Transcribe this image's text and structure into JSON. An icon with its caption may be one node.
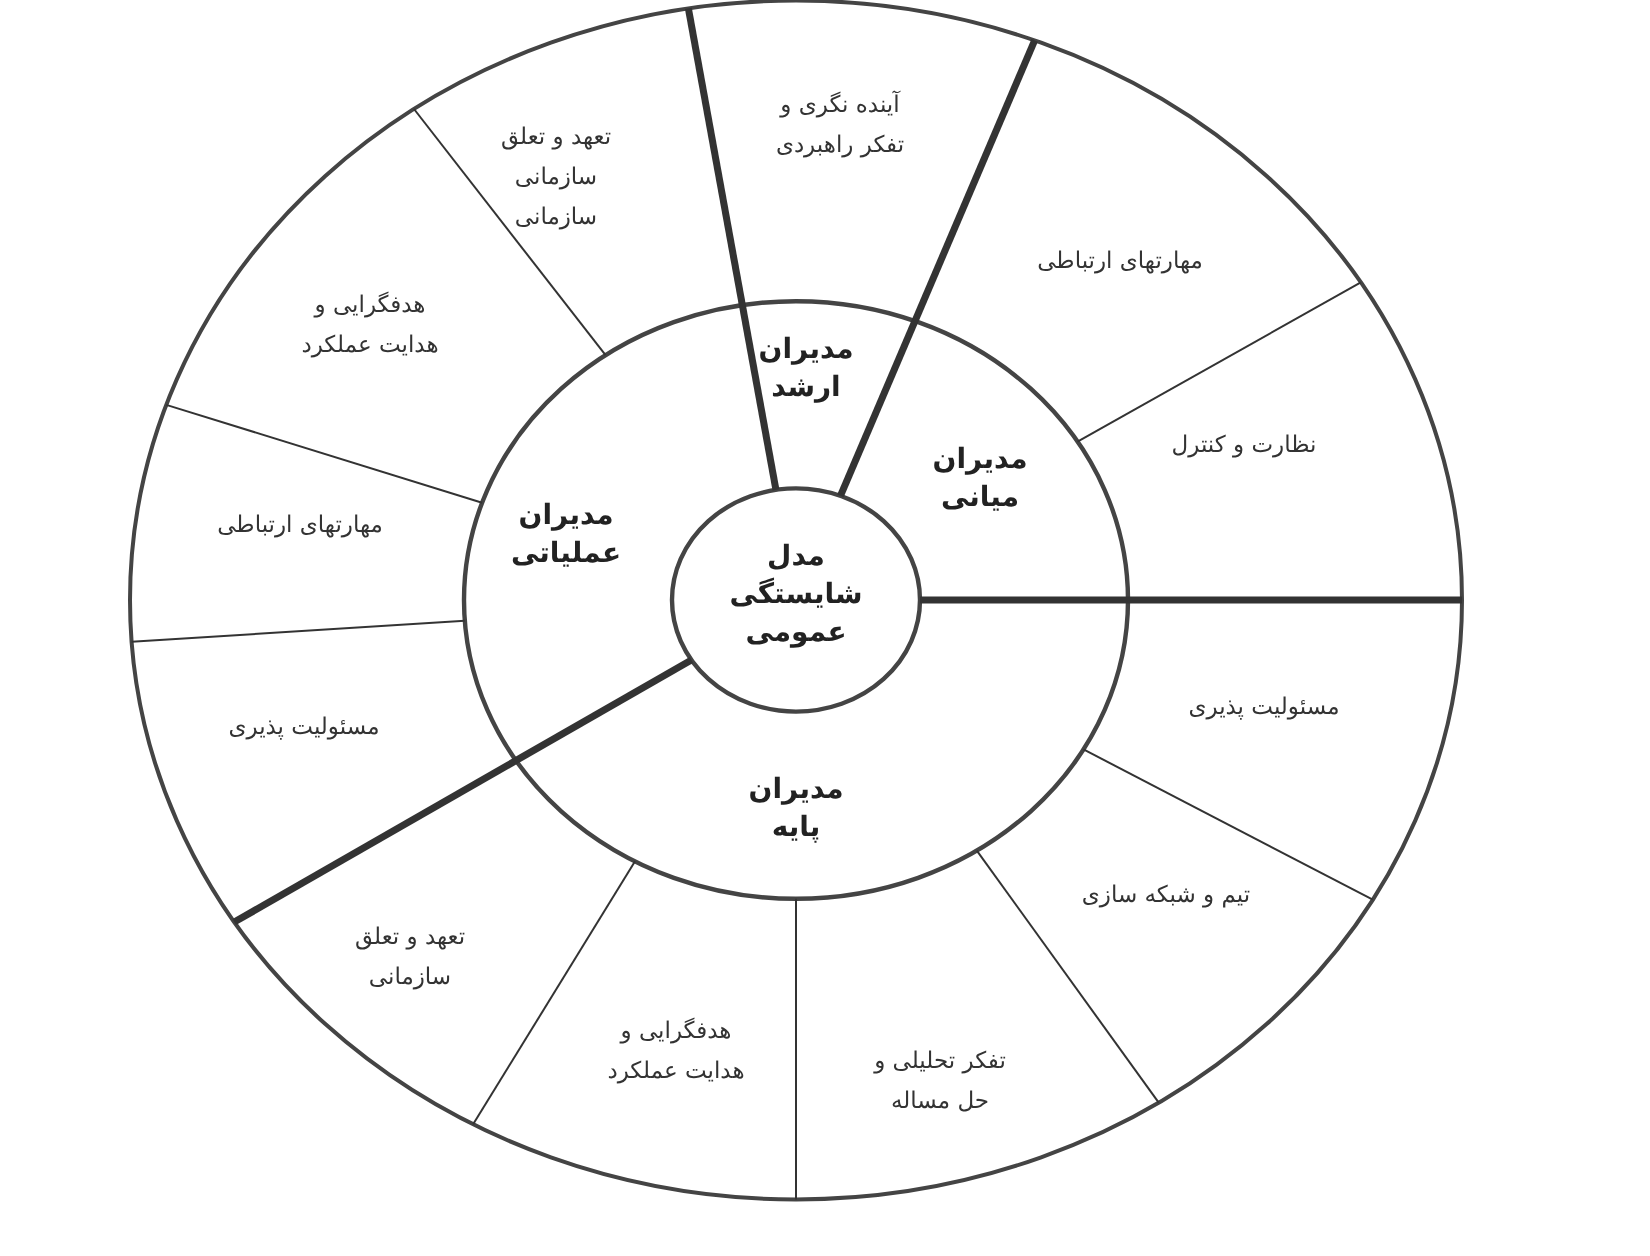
{
  "diagram": {
    "nodes": [
      {
        "text": [
          "مدل شایستگی عمومی"
        ]
      },
      {
        "text": [
          "مدیران ارشد"
        ]
      },
      {
        "text": [
          "آینده نگری و تفکر راهبردی"
        ]
      },
      {
        "text": [
          "مدیران میانی"
        ]
      },
      {
        "text": [
          "مهارتهای ارتباطی"
        ]
      },
      {
        "text": [
          "نظارت و کنترل"
        ]
      },
      {
        "text": [
          "مدیران پایه"
        ]
      },
      {
        "text": [
          "مسئولیت پذیری"
        ]
      },
      {
        "text": [
          "تیم و شبکه سازی"
        ]
      },
      {
        "text": [
          "تفکر تحلیلی و حل مساله"
        ]
      },
      {
        "text": [
          "هدفگرایی و هدایت عملکرد"
        ]
      },
      {
        "text": [
          "مدیران عملیاتی"
        ]
      },
      {
        "text": [
          "تعهد و تعلق سازمانی"
        ]
      },
      {
        "text": [
          "مسئولیت پذیری"
        ]
      },
      {
        "text": [
          "مهارتهای ارتباطی"
        ]
      },
      {
        "text": [
          "هدفگرایی و هدایت عملکرد"
        ]
      },
      {
        "text": [
          "تعهد و تعلق سازمانی سازمانی"
        ]
      }
    ]
  }
}
